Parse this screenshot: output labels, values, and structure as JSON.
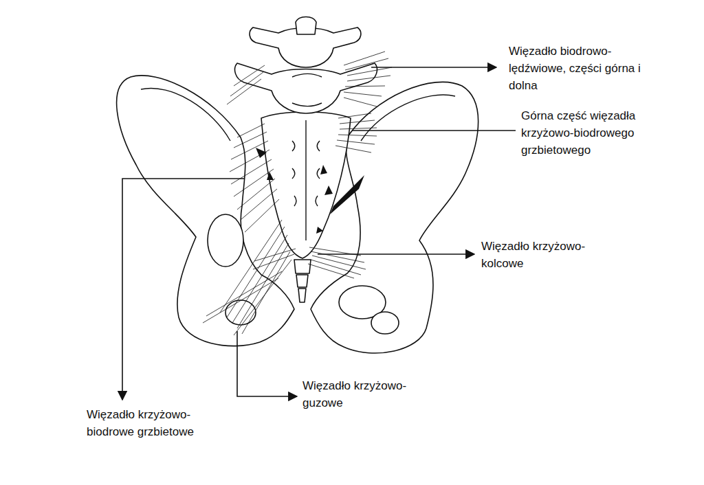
{
  "diagram": {
    "labels": [
      "Więzadło biodrowo-lędźwiowe, części górna i dolna",
      "Górna część więzadła krzyżowo-biodrowego grzbietowego",
      "Więzadło krzyżowo-kolcowe",
      "Więzadło krzyżowo-guzowe",
      "Więzadło krzyżowo-biodrowe grzbietowe"
    ]
  }
}
